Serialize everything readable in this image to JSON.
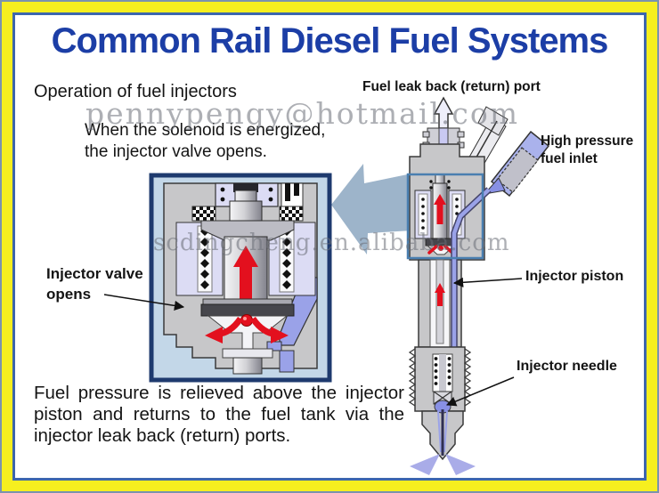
{
  "title": "Common Rail Diesel Fuel Systems",
  "intro": {
    "heading": "Operation of fuel injectors",
    "body_line1": "When the solenoid is energized,",
    "body_line2": "the injector valve opens."
  },
  "watermarks": {
    "email": "pennypengy@hotmail.com",
    "store_url": "scdingcheng.en.alibaba.com"
  },
  "callouts": {
    "fuel_leak_back": "Fuel leak back (return) port",
    "high_pressure_line1": "High pressure",
    "high_pressure_line2": "fuel inlet",
    "injector_valve_line1": "Injector valve",
    "injector_valve_line2": "opens",
    "injector_piston": "Injector piston",
    "injector_needle": "Injector needle"
  },
  "footer_paragraph": "Fuel pressure is relieved above the injector piston and returns to the fuel tank via the injector leak back (return) ports.",
  "colors": {
    "frame_yellow": "#f6ef1f",
    "frame_outer_line": "#7b93ad",
    "frame_inner_line": "#3d66ad",
    "title_blue": "#1c3ea6",
    "inset_border_navy": "#1e3a6e",
    "inset_background": "#c3d7e8",
    "body_gray": "#c7c7c9",
    "cavity_lavender": "#dcdcf4",
    "highlight_red": "#e3101e",
    "fuel_purple": "#9aa2e8",
    "spray_purple": "#a9ace8",
    "zoom_arrow_gray": "#9db4ca",
    "highlight_box_blue": "#4a7fb0"
  }
}
